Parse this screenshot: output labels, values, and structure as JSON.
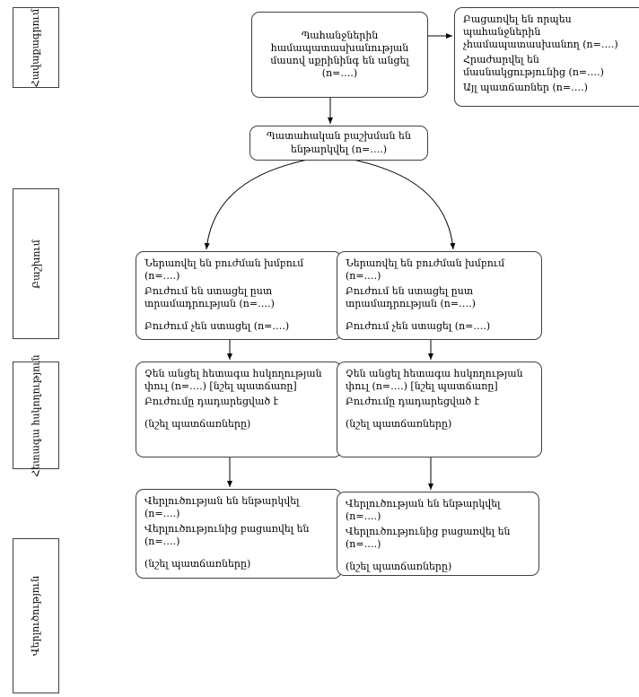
{
  "side_labels": {
    "enrollment": "Հավաքագրում",
    "allocation": "Բաշխում",
    "follow_up": "Հետագա հսկողություն",
    "analysis": "Վերլուծություն"
  },
  "boxes": {
    "screening": {
      "text": "Պահանջներին համապատասխանության մասով սքրինինգ են անցել (n=….)"
    },
    "excluded": {
      "lines": [
        "Բացառվել են որպես պահանջներին չհամապատասխանող (n=….)",
        "Հրաժարվել են մասնակցությունից (n=….)",
        "Այլ պատճառներ (n=….)"
      ]
    },
    "randomized": {
      "text": "Պատահական բաշխման են ենթարկվել (n=….)"
    },
    "allocation_left": {
      "lines": [
        "Ներառվել են բուժման խմբում (n=….)",
        "Բուժում են ստացել ըստ տրամադրության (n=….)",
        "Բուժում չեն ստացել (n=….)"
      ]
    },
    "allocation_right": {
      "lines": [
        "Ներառվել են բուժման խմբում (n=….)",
        "Բուժում են ստացել ըստ տրամադրության (n=….)",
        "Բուժում չեն ստացել (n=….)"
      ]
    },
    "followup_left": {
      "lines": [
        "Չեն անցել հետագա հսկողության փուլ (n=….)  [նշել պատճառը]",
        "Բուժումը դադարեցված է",
        "(նշել պատճառները)"
      ]
    },
    "followup_right": {
      "lines": [
        "Չեն անցել հետագա հսկողության փուլ (n=….)  [նշել պատճառը]",
        "Բուժումը դադարեցված է",
        "(նշել պատճառները)"
      ]
    },
    "analysis_left": {
      "lines": [
        "Վերլուծության են ենթարկվել (n=….)",
        "Վերլուծությունից բացառվել են (n=….)",
        "(նշել պատճառները)"
      ]
    },
    "analysis_right": {
      "lines": [
        "Վերլուծության են ենթարկվել (n=….)",
        "Վերլուծությունից բացառվել են (n=….)",
        "(նշել պատճառները)"
      ]
    }
  }
}
